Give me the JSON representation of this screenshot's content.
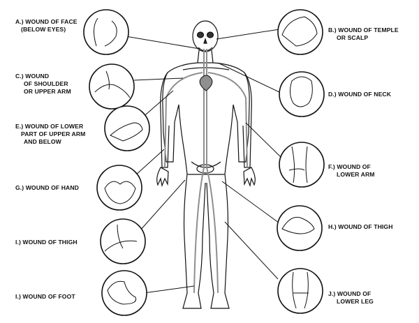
{
  "labels": {
    "a": {
      "line1": "A.) WOUND OF FACE",
      "line2": "(BELOW EYES)"
    },
    "b": {
      "line1": "B.) WOUND OF TEMPLE",
      "line2": "OR SCALP"
    },
    "c": {
      "line1": "C.) WOUND",
      "line2": "OF SHOULDER",
      "line3": "OR UPPER ARM"
    },
    "d": {
      "line1": "D.) WOUND OF NECK"
    },
    "e": {
      "line1": "E.) WOUND OF LOWER",
      "line2": "PART OF UPPER ARM",
      "line3": "AND BELOW"
    },
    "f": {
      "line1": "F.) WOUND OF",
      "line2": "LOWER ARM"
    },
    "g": {
      "line1": "G.) WOUND OF HAND"
    },
    "h": {
      "line1": "H.) WOUND OF THIGH"
    },
    "i_thigh": {
      "line1": "I.) WOUND OF THIGH"
    },
    "i_foot": {
      "line1": "I.) WOUND OF FOOT"
    },
    "j": {
      "line1": "J.) WOUND OF",
      "line2": "LOWER LEG"
    }
  },
  "colors": {
    "outline": "#111111",
    "artery": "#8f8f8f",
    "skin": "#ffffff"
  }
}
